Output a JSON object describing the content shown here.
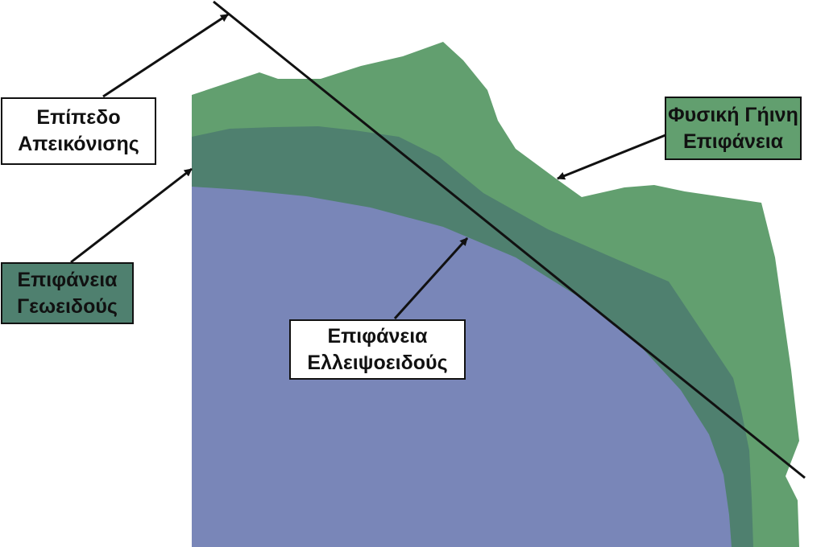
{
  "colors": {
    "physical_surface": "#629f6f",
    "geoid_surface": "#4f806f",
    "ellipsoid_surface": "#7986b8",
    "line": "#111111"
  },
  "labels": {
    "projection_plane": {
      "line1": "Επίπεδο",
      "line2": "Απεικόνισης"
    },
    "physical_surface": {
      "line1": "Φυσική Γήινη",
      "line2": "Επιφάνεια"
    },
    "geoid_surface": {
      "line1": "Επιφάνεια",
      "line2": "Γεωειδούς"
    },
    "ellipsoid_surface": {
      "line1": "Επιφάνεια",
      "line2": "Ελλειψοειδούς"
    }
  }
}
